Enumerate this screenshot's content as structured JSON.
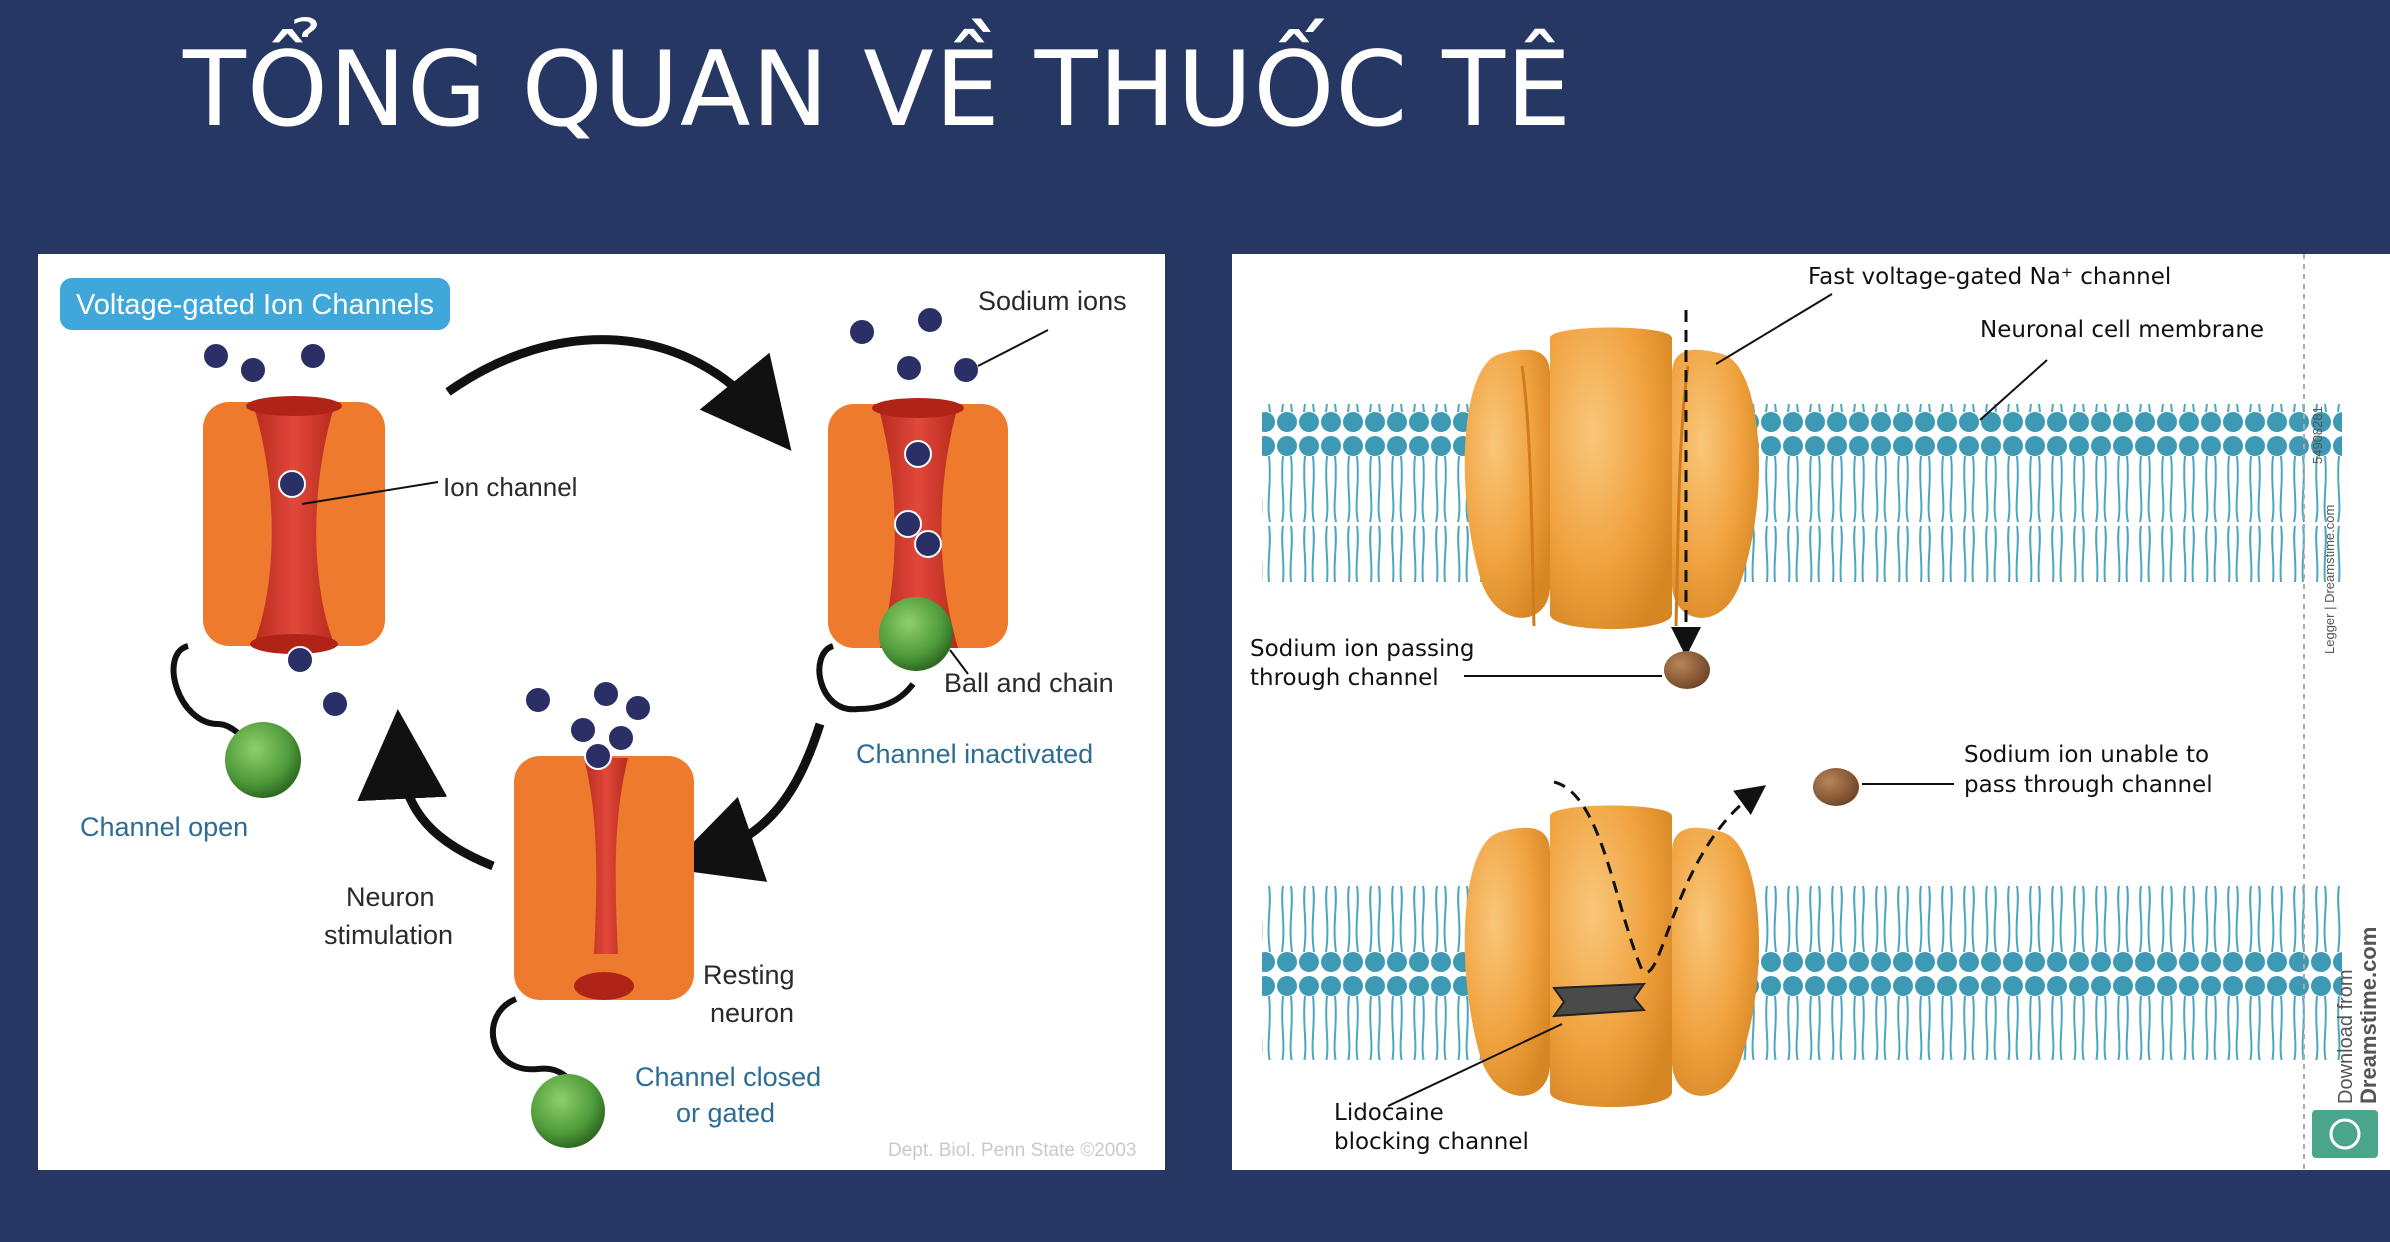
{
  "slide": {
    "title": "TỔNG QUAN VỀ THUỐC TÊ",
    "background": "#263764"
  },
  "left_diagram": {
    "header": "Voltage-gated Ion Channels",
    "labels": {
      "sodium_ions": "Sodium ions",
      "ion_channel": "Ion channel",
      "ball_and_chain": "Ball and chain",
      "channel_inactivated": "Channel inactivated",
      "channel_open": "Channel open",
      "neuron_stimulation_1": "Neuron",
      "neuron_stimulation_2": "stimulation",
      "resting_neuron_1": "Resting",
      "resting_neuron_2": "neuron",
      "channel_closed_1": "Channel closed",
      "channel_closed_2": "or gated"
    },
    "credit": "Dept. Biol. Penn State ©2003",
    "colors": {
      "channel": "#ee7a2e",
      "pore": "#cf3a2a",
      "ball": "#4e9a3a",
      "ion": "#2a2f66",
      "header_bg": "#3fa7d9",
      "blue_text": "#2d6c93"
    }
  },
  "right_diagram": {
    "labels": {
      "fast_channel": "Fast voltage-gated Na⁺ channel",
      "membrane": "Neuronal cell membrane",
      "passing_1": "Sodium ion passing",
      "passing_2": "through channel",
      "unable_1": "Sodium ion unable to",
      "unable_2": "pass through channel",
      "lidocaine_1": "Lidocaine",
      "lidocaine_2": "blocking channel"
    },
    "watermark": {
      "side_download": "Download from",
      "side_brand": "Dreamstime.com",
      "id_text": "54908281",
      "owner_text": "Legger | Dreamstime.com"
    },
    "colors": {
      "channel": "#f0a23f",
      "membrane_head": "#3e9ab4",
      "sodium_ion": "#8a5a33",
      "lidocaine": "#4a4a4a"
    }
  }
}
